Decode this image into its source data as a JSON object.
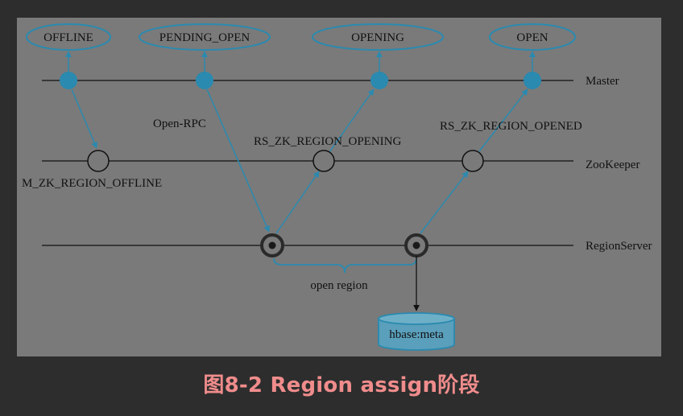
{
  "states": [
    "OFFLINE",
    "PENDING_OPEN",
    "OPENING",
    "OPEN"
  ],
  "lanes": [
    "Master",
    "ZooKeeper",
    "RegionServer"
  ],
  "messages": {
    "m_zk_offline": "M_ZK_REGION_OFFLINE",
    "open_rpc": "Open-RPC",
    "rs_zk_opening": "RS_ZK_REGION_OPENING",
    "rs_zk_opened": "RS_ZK_REGION_OPENED"
  },
  "brace_label": "open region",
  "meta_table": "hbase:meta",
  "caption": "图8-2 Region assign阶段",
  "colors": {
    "background": "#2d2d2d",
    "panel": "#7a7a7a",
    "accent": "#2a8ab0",
    "caption": "#f08c8c"
  }
}
